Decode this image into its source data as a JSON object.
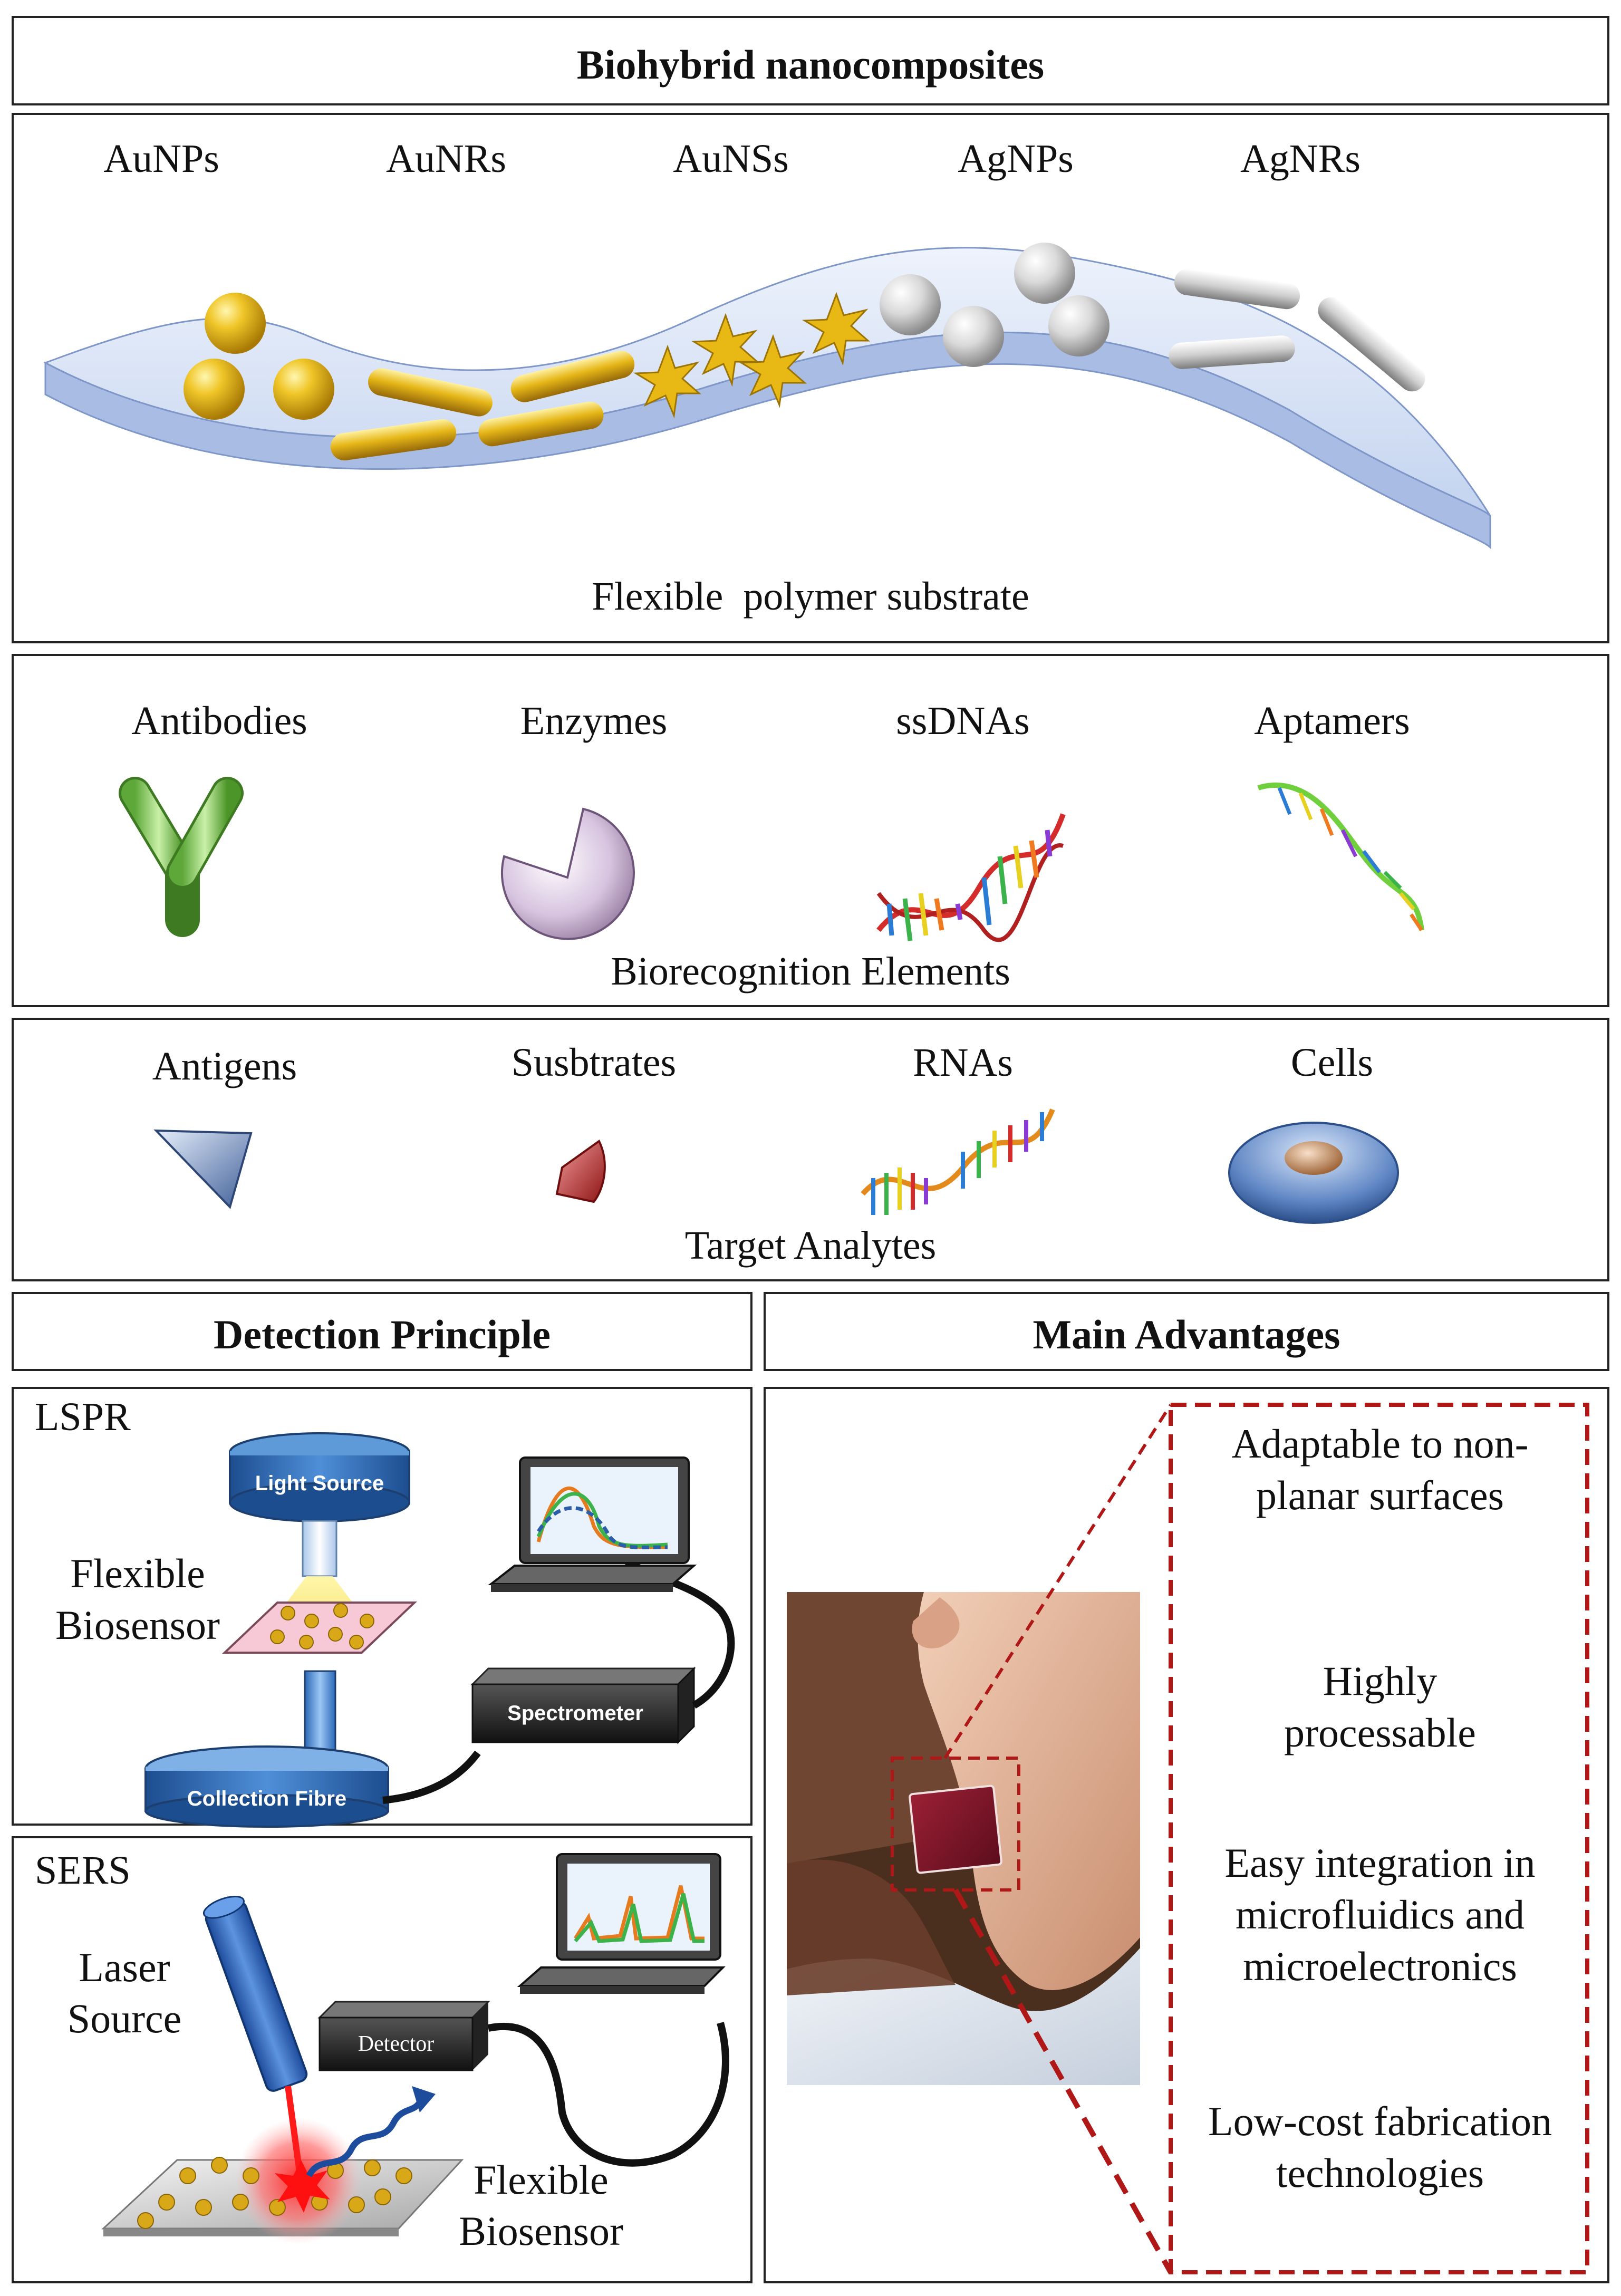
{
  "title": "Biohybrid nanocomposites",
  "nanoparticles": {
    "items": [
      "AuNPs",
      "AuNRs",
      "AuNSs",
      "AgNPs",
      "AgNRs"
    ],
    "substrate_label": "Flexible  polymer substrate"
  },
  "biorecognition": {
    "items": [
      "Antibodies",
      "Enzymes",
      "ssDNAs",
      "Aptamers"
    ],
    "caption": "Biorecognition Elements"
  },
  "analytes": {
    "items": [
      "Antigens",
      "Susbtrates",
      "RNAs",
      "Cells"
    ],
    "caption": "Target Analytes"
  },
  "detection": {
    "header": "Detection Principle",
    "lspr": {
      "label": "LSPR",
      "light_source": "Light Source",
      "biosensor_line1": "Flexible",
      "biosensor_line2": "Biosensor",
      "spectrometer": "Spectrometer",
      "collection_fibre": "Collection Fibre"
    },
    "sers": {
      "label": "SERS",
      "laser_line1": "Laser",
      "laser_line2": "Source",
      "detector": "Detector",
      "biosensor_line1": "Flexible",
      "biosensor_line2": "Biosensor"
    }
  },
  "advantages": {
    "header": "Main Advantages",
    "items": [
      "Adaptable to non-planar surfaces",
      "Highly processable",
      "Easy integration in microfluidics and microelectronics",
      "Low-cost fabrication technologies"
    ]
  },
  "colors": {
    "gold": "#e0b21a",
    "silver": "#d8d8d8",
    "substrate": "#cfdcf3",
    "dashed_red": "#b01818",
    "device_blue": "#2f67b2"
  }
}
